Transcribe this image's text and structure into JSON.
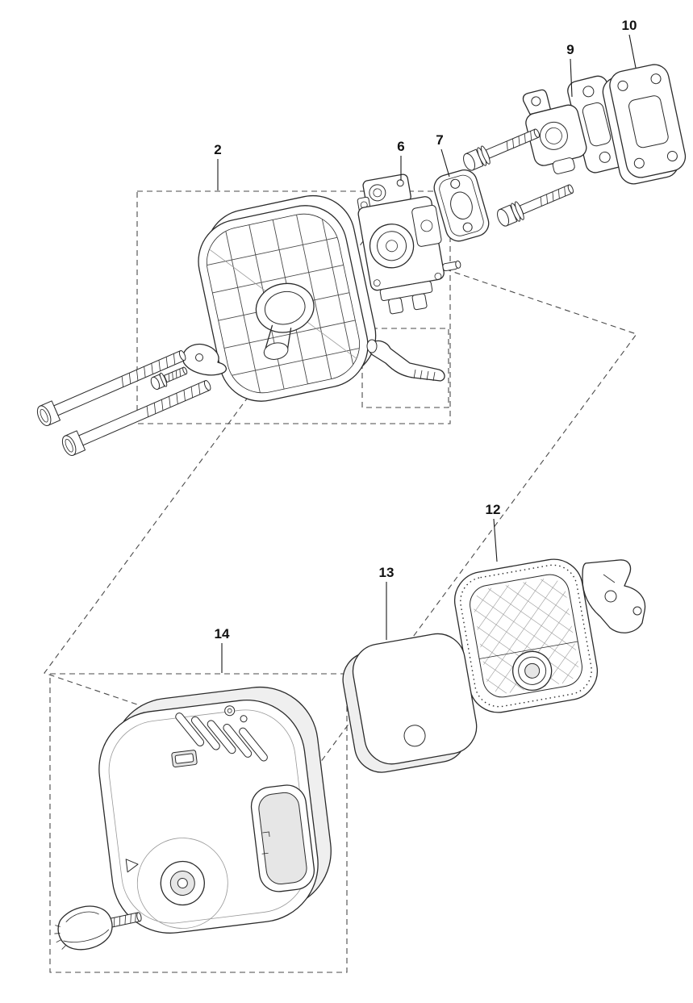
{
  "diagram": {
    "kind": "exploded-parts-diagram",
    "background_color": "#ffffff",
    "line_color": "#2b2b2b",
    "label_color": "#111111"
  },
  "parts": [
    {
      "label": "2",
      "name": "air-filter-base-group"
    },
    {
      "label": "6",
      "name": "carburetor"
    },
    {
      "label": "7",
      "name": "carburetor-gasket"
    },
    {
      "label": "9",
      "name": "intake-manifold"
    },
    {
      "label": "10",
      "name": "manifold-gasket"
    },
    {
      "label": "12",
      "name": "air-filter-holder"
    },
    {
      "label": "13",
      "name": "air-filter-element"
    },
    {
      "label": "14",
      "name": "air-filter-cover-group"
    }
  ]
}
